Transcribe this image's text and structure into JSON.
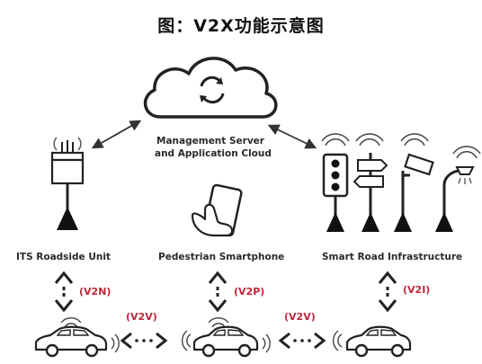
{
  "title": "图：V2X功能示意图",
  "nodes": {
    "cloud": {
      "line1": "Management Server",
      "line2": "and Application Cloud"
    },
    "rsu": {
      "label": "ITS Roadside Unit"
    },
    "phone": {
      "label": "Pedestrian Smartphone"
    },
    "infra": {
      "label": "Smart Road Infrastructure"
    }
  },
  "links": {
    "v2n": "(V2N)",
    "v2p": "(V2P)",
    "v2i": "(V2I)",
    "v2v_left": "(V2V)",
    "v2v_right": "(V2V)"
  },
  "colors": {
    "tag": "#c0273a",
    "ink": "#1e1e1e",
    "line": "#333333"
  }
}
